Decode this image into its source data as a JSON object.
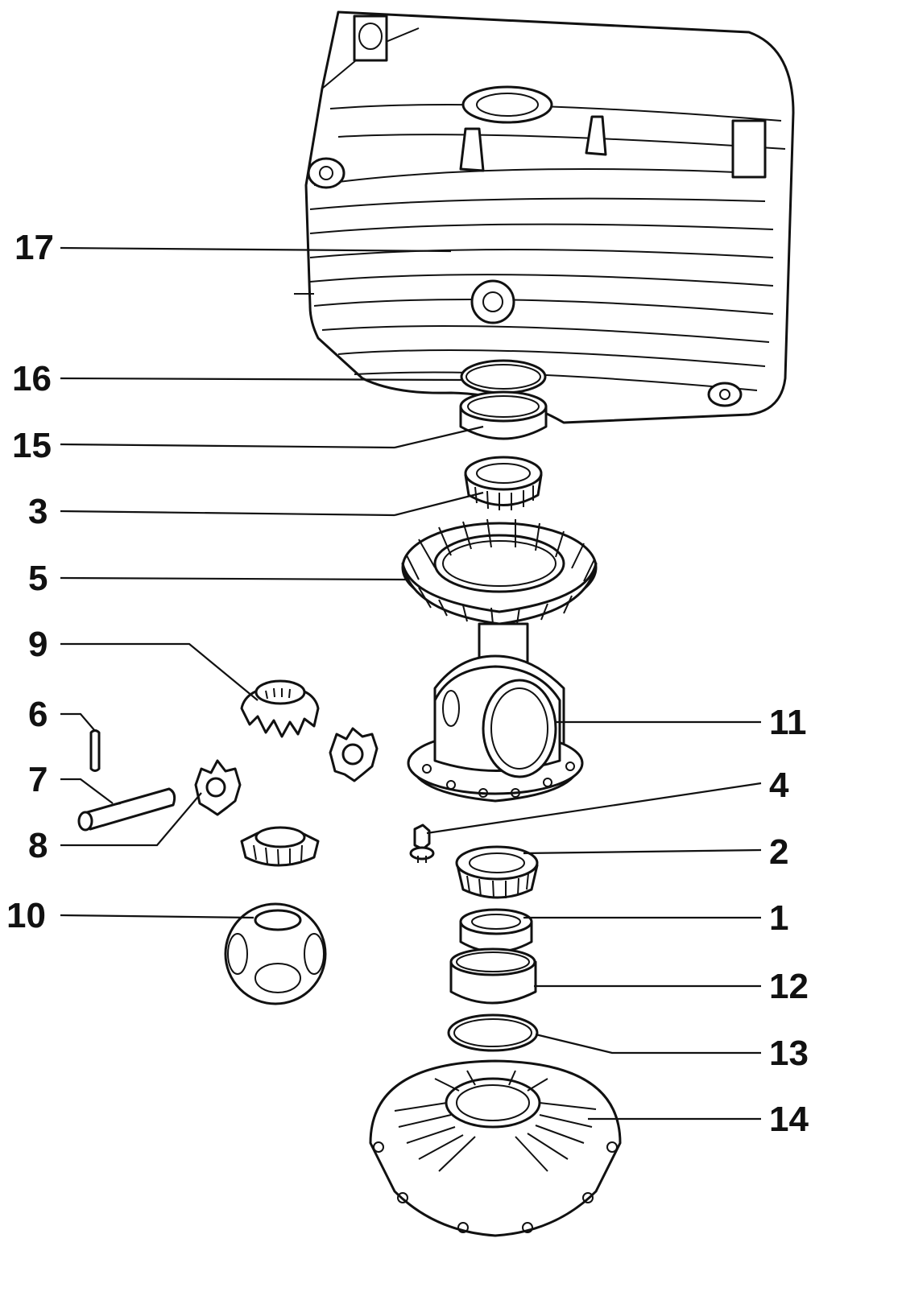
{
  "colors": {
    "ink": "#111111",
    "background": "#ffffff"
  },
  "callouts": {
    "c17": "17",
    "c16": "16",
    "c15": "15",
    "c3": "3",
    "c5": "5",
    "c9": "9",
    "c6": "6",
    "c7": "7",
    "c8": "8",
    "c10": "10",
    "c11": "11",
    "c4": "4",
    "c2": "2",
    "c1": "1",
    "c12": "12",
    "c13": "13",
    "c14": "14"
  }
}
